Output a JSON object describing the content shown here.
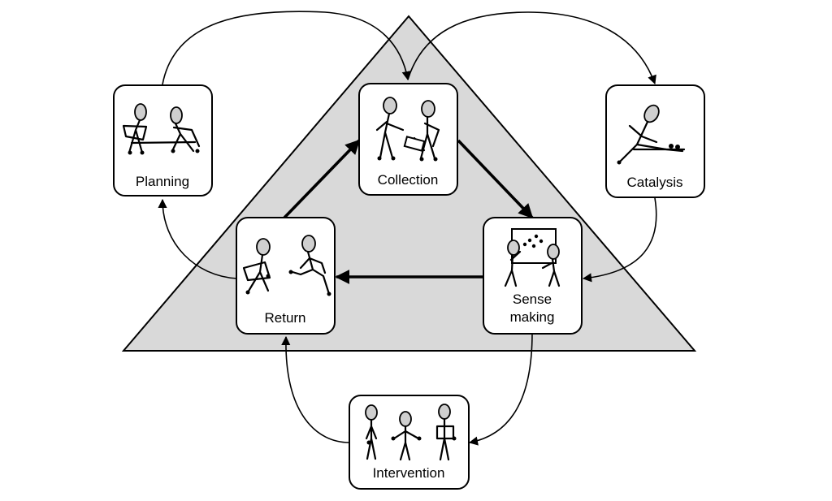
{
  "diagram": {
    "stages": {
      "planning": "Planning",
      "collection": "Collection",
      "catalysis": "Catalysis",
      "return": "Return",
      "sense_making_line1": "Sense",
      "sense_making_line2": "making",
      "intervention": "Intervention"
    },
    "colors": {
      "triangle_fill": "#d9d9d9",
      "stroke": "#000000",
      "box_fill": "#ffffff",
      "head_fill": "#cfcfcf"
    }
  }
}
